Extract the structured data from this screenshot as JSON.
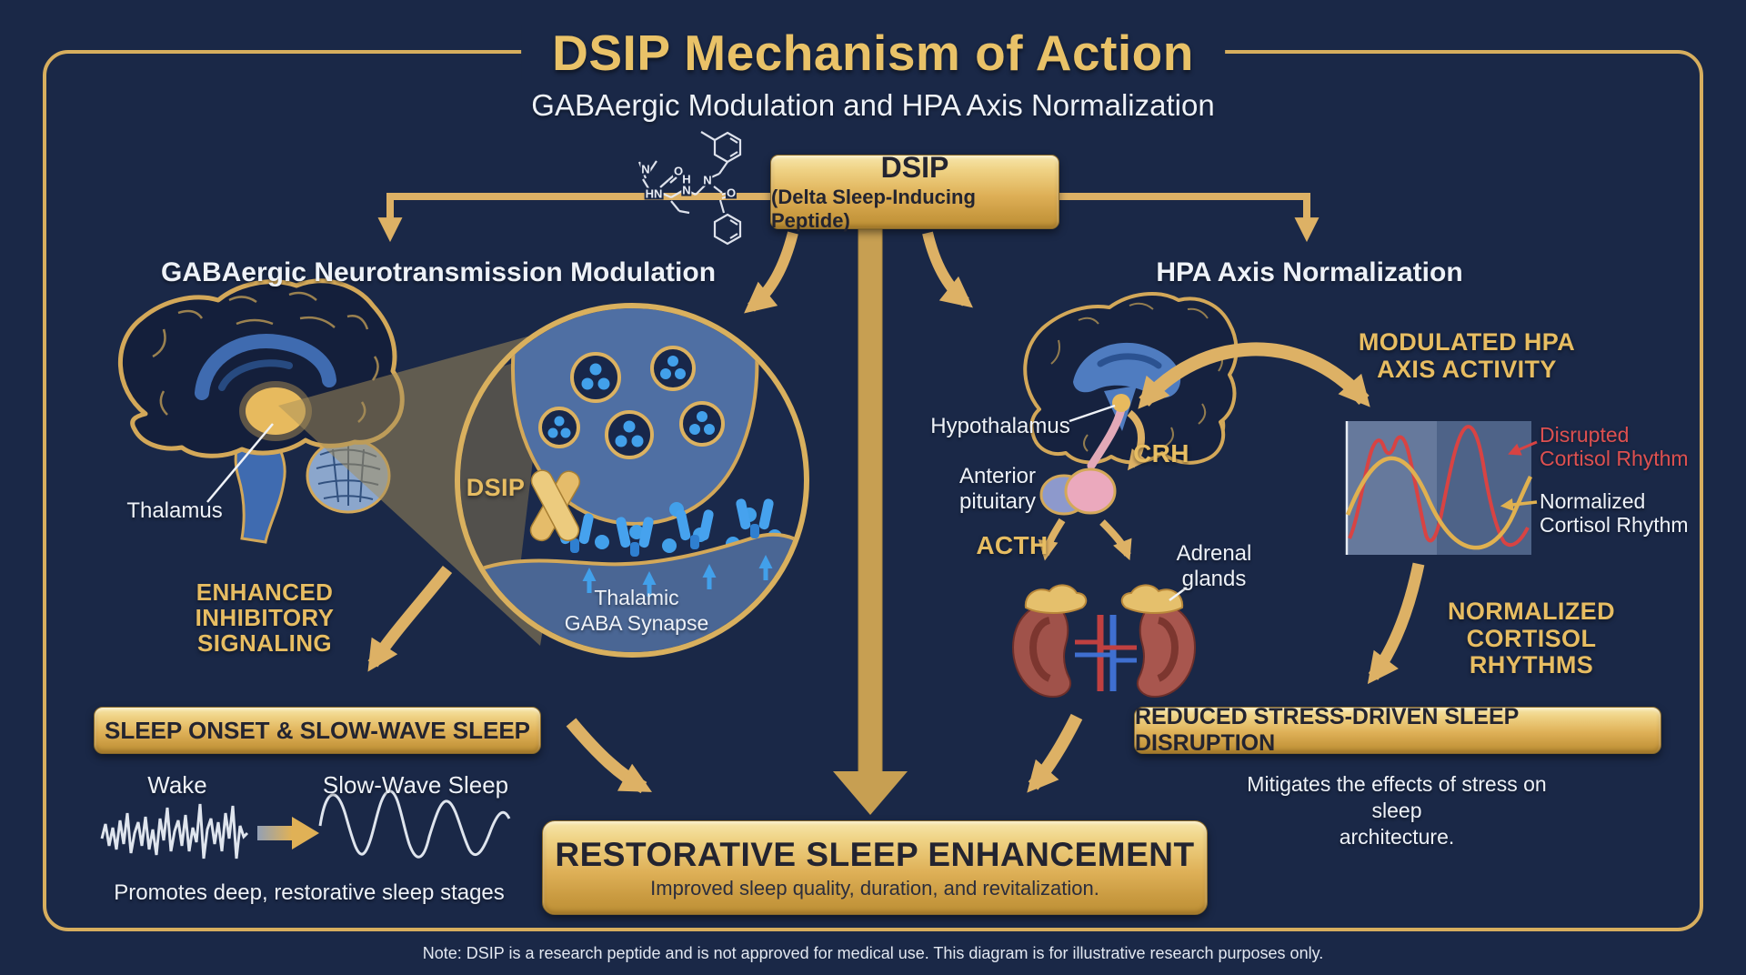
{
  "palette": {
    "background": "#1a2847",
    "gold_accent": "#ddb165",
    "gold_text": "#e7bd62",
    "white_text": "#eef2f8",
    "red_line": "#d84343",
    "blue_dots": "#42a0ea"
  },
  "header": {
    "title": "DSIP Mechanism of Action",
    "subtitle": "GABAergic Modulation and HPA Axis Normalization"
  },
  "dsip_box": {
    "title": "DSIP",
    "subtitle": "(Delta Sleep-Inducing Peptide)"
  },
  "molecule": {
    "atoms": [
      "N",
      "O",
      "HN",
      "H",
      "N",
      "N",
      "O"
    ]
  },
  "left_branch": {
    "header": "GABAergic Neurotransmission Modulation",
    "thalamus_label": "Thalamus",
    "synapse_dsip_label": "DSIP",
    "synapse_caption": "Thalamic\nGABA Synapse",
    "enhanced_signaling": "ENHANCED\nINHIBITORY\nSIGNALING",
    "sleep_onset_box": "SLEEP ONSET & SLOW-WAVE SLEEP",
    "wake_label": "Wake",
    "slow_wave_label": "Slow-Wave Sleep",
    "promotes_caption": "Promotes deep, restorative sleep stages"
  },
  "right_branch": {
    "header": "HPA Axis Normalization",
    "hypothalamus_label": "Hypothalamus",
    "anterior_pituitary_label": "Anterior\npituitary",
    "crh_label": "CRH",
    "acth_label": "ACTH",
    "adrenal_label": "Adrenal\nglands",
    "modulated_activity": "MODULATED HPA\nAXIS ACTIVITY",
    "disrupted_rhythm": "Disrupted\nCortisol Rhythm",
    "normalized_rhythm": "Normalized\nCortisol Rhythm",
    "normalized_rhythms": "NORMALIZED\nCORTISOL RHYTHMS",
    "reduced_box": "REDUCED STRESS-DRIVEN SLEEP DISRUPTION",
    "mitigates_caption": "Mitigates the effects of stress on sleep\narchitecture."
  },
  "outcome": {
    "title": "RESTORATIVE SLEEP ENHANCEMENT",
    "subtitle": "Improved sleep quality, duration, and revitalization."
  },
  "footer": {
    "note": "Note: DSIP is a research peptide and is not approved for medical use. This diagram is for illustrative research purposes only."
  }
}
